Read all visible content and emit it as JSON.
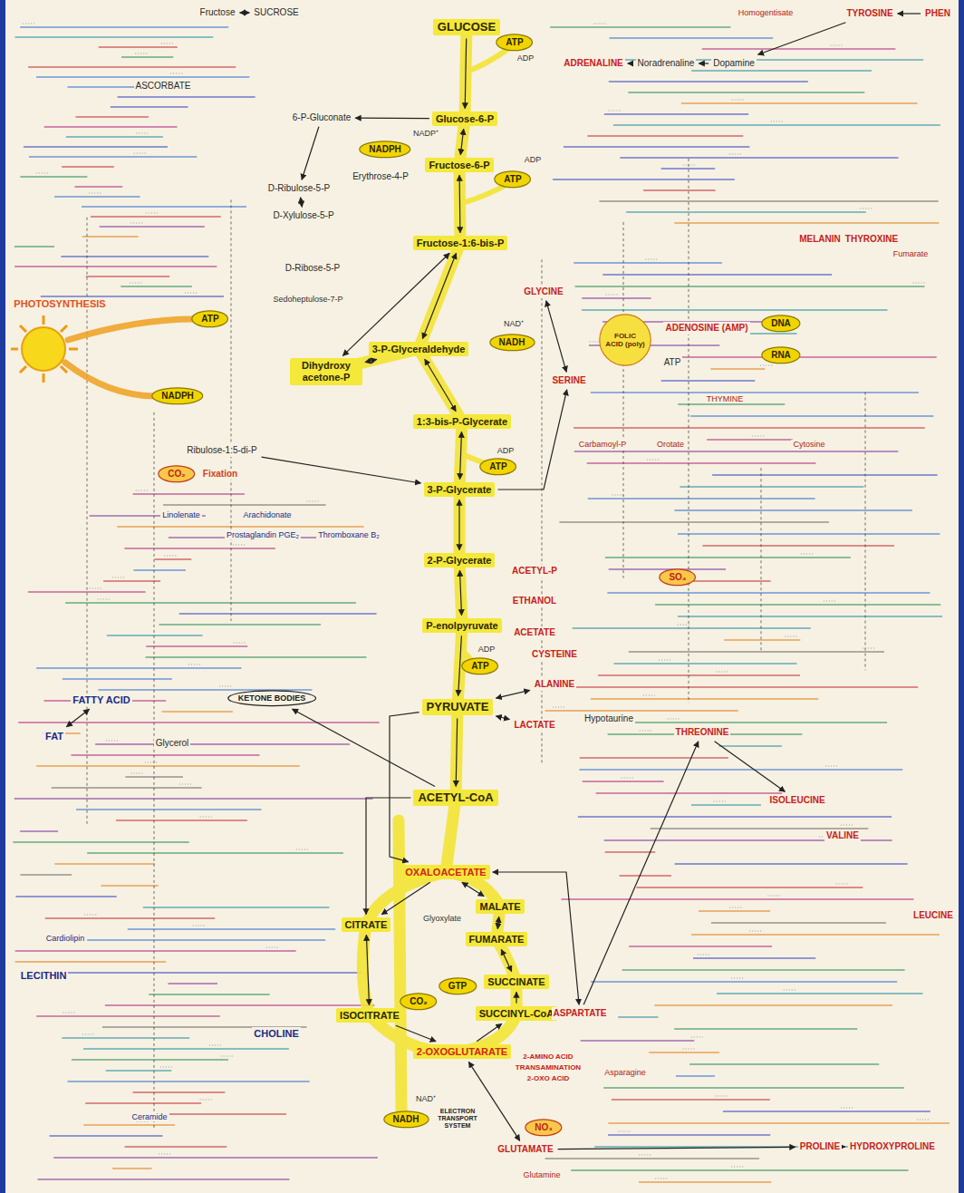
{
  "diagram": {
    "nodes": [
      {
        "text": [
          "GLUCOSE"
        ]
      },
      {
        "text": [
          "Glucose-6-P"
        ]
      },
      {
        "text": [
          "Fructose-6-P"
        ]
      },
      {
        "text": [
          "Fructose-1:6-bis-P"
        ]
      },
      {
        "text": [
          "3-P-Glyceraldehyde"
        ]
      },
      {
        "text": [
          "Dihydroxy acetone-P"
        ]
      },
      {
        "text": [
          "1:3-bis-P-Glycerate"
        ]
      },
      {
        "text": [
          "3-P-Glycerate"
        ]
      },
      {
        "text": [
          "2-P-Glycerate"
        ]
      },
      {
        "text": [
          "P-enolpyruvate"
        ]
      },
      {
        "text": [
          "PYRUVATE"
        ]
      },
      {
        "text": [
          "ACETYL-CoA"
        ]
      },
      {
        "text": [
          "OXALOACETATE"
        ]
      },
      {
        "text": [
          "MALATE"
        ]
      },
      {
        "text": [
          "FUMARATE"
        ]
      },
      {
        "text": [
          "CITRATE"
        ]
      },
      {
        "text": [
          "ISOCITRATE"
        ]
      },
      {
        "text": [
          "SUCCINATE"
        ]
      },
      {
        "text": [
          "SUCCINYL-CoA"
        ]
      },
      {
        "text": [
          "2-OXOGLUTARATE"
        ]
      },
      {
        "text": [
          "GLUTAMATE"
        ]
      },
      {
        "text": [
          "ASPARTATE"
        ]
      },
      {
        "text": [
          "ATP"
        ]
      },
      {
        "text": [
          "NADPH"
        ]
      },
      {
        "text": [
          "ATP"
        ]
      },
      {
        "text": [
          "NADH"
        ]
      },
      {
        "text": [
          "ATP"
        ]
      },
      {
        "text": [
          "ATP"
        ]
      },
      {
        "text": [
          "GTP"
        ]
      },
      {
        "text": [
          "CO₂"
        ]
      },
      {
        "text": [
          "NADH"
        ]
      },
      {
        "text": [
          "ATP"
        ]
      },
      {
        "text": [
          "NADPH"
        ]
      },
      {
        "text": [
          "CO₂"
        ]
      },
      {
        "text": [
          "6-P-Gluconate"
        ]
      },
      {
        "text": [
          "D-Ribulose-5-P"
        ]
      },
      {
        "text": [
          "D-Xylulose-5-P"
        ]
      },
      {
        "text": [
          "D-Ribose-5-P"
        ]
      },
      {
        "text": [
          "Erythrose-4-P"
        ]
      },
      {
        "text": [
          "Ribulose-1:5-di-P"
        ]
      },
      {
        "text": [
          "Fructose"
        ]
      },
      {
        "text": [
          "SUCROSE"
        ]
      },
      {
        "text": [
          "ASCORBATE"
        ]
      },
      {
        "text": [
          "FATTY ACID"
        ]
      },
      {
        "text": [
          "FAT"
        ]
      },
      {
        "text": [
          "KETONE BODIES"
        ]
      },
      {
        "text": [
          "Glycerol"
        ]
      },
      {
        "text": [
          "LECITHIN"
        ]
      },
      {
        "text": [
          "CHOLINE"
        ]
      },
      {
        "text": [
          "TYROSINE"
        ]
      },
      {
        "text": [
          "PHEN"
        ]
      },
      {
        "text": [
          "ADRENALINE"
        ]
      },
      {
        "text": [
          "Noradrenaline"
        ]
      },
      {
        "text": [
          "Dopamine"
        ]
      },
      {
        "text": [
          "MELANIN"
        ]
      },
      {
        "text": [
          "THYROXINE"
        ]
      },
      {
        "text": [
          "GLYCINE"
        ]
      },
      {
        "text": [
          "SERINE"
        ]
      },
      {
        "text": [
          "ADENOSINE (AMP)"
        ]
      },
      {
        "text": [
          "DNA"
        ]
      },
      {
        "text": [
          "RNA"
        ]
      },
      {
        "text": [
          "ATP"
        ]
      },
      {
        "text": [
          "FOLIC ACID (poly)"
        ]
      },
      {
        "text": [
          "ALANINE"
        ]
      },
      {
        "text": [
          "LACTATE"
        ]
      },
      {
        "text": [
          "ACETYL-P"
        ]
      },
      {
        "text": [
          "ETHANOL"
        ]
      },
      {
        "text": [
          "ACETATE"
        ]
      },
      {
        "text": [
          "CYSTEINE"
        ]
      },
      {
        "text": [
          "THREONINE"
        ]
      },
      {
        "text": [
          "ISOLEUCINE"
        ]
      },
      {
        "text": [
          "VALINE"
        ]
      },
      {
        "text": [
          "LEUCINE"
        ]
      },
      {
        "text": [
          "PROLINE"
        ]
      },
      {
        "text": [
          "HYDROXYPROLINE"
        ]
      },
      {
        "text": [
          "Hypotaurine"
        ]
      },
      {
        "text": [
          "SO₄"
        ]
      },
      {
        "text": [
          "NO₃"
        ]
      }
    ],
    "edges": [
      {
        "from": 0,
        "to": 1,
        "arrow": "to"
      },
      {
        "from": 1,
        "to": 2,
        "arrow": "both"
      },
      {
        "from": 2,
        "to": 3,
        "arrow": "both"
      },
      {
        "from": 3,
        "to": 4,
        "arrow": "both"
      },
      {
        "from": 5,
        "to": 4,
        "arrow": "both"
      },
      {
        "from": 4,
        "to": 6,
        "arrow": "both"
      },
      {
        "from": 6,
        "to": 7,
        "arrow": "both"
      },
      {
        "from": 7,
        "to": 8,
        "arrow": "both"
      },
      {
        "from": 8,
        "to": 9,
        "arrow": "both"
      },
      {
        "from": 9,
        "to": 10,
        "arrow": "to"
      },
      {
        "from": 10,
        "to": 11,
        "arrow": "to"
      },
      {
        "from": 11,
        "to": 15,
        "arrow": "to"
      },
      {
        "from": 12,
        "to": 15,
        "arrow": "to"
      },
      {
        "from": 15,
        "to": 16,
        "arrow": "both"
      },
      {
        "from": 16,
        "to": 19,
        "arrow": "to"
      },
      {
        "from": 19,
        "to": 18,
        "arrow": "to"
      },
      {
        "from": 18,
        "to": 17,
        "arrow": "to"
      },
      {
        "from": 17,
        "to": 14,
        "arrow": "both"
      },
      {
        "from": 14,
        "to": 13,
        "arrow": "both"
      },
      {
        "from": 13,
        "to": 12,
        "arrow": "both"
      },
      {
        "from": 10,
        "to": 12,
        "arrow": "to"
      },
      {
        "from": 19,
        "to": 20,
        "arrow": "both"
      },
      {
        "from": 12,
        "to": 21,
        "arrow": "both"
      },
      {
        "from": 10,
        "to": 63,
        "arrow": "both"
      },
      {
        "from": 10,
        "to": 64,
        "arrow": "both"
      },
      {
        "from": 7,
        "to": 57,
        "arrow": "to"
      },
      {
        "from": 57,
        "to": 56,
        "arrow": "both"
      },
      {
        "from": 50,
        "to": 49,
        "arrow": "to"
      },
      {
        "from": 49,
        "to": 53,
        "arrow": "to"
      },
      {
        "from": 53,
        "to": 52,
        "arrow": "to"
      },
      {
        "from": 52,
        "to": 51,
        "arrow": "to"
      },
      {
        "from": 1,
        "to": 34,
        "arrow": "to"
      },
      {
        "from": 34,
        "to": 35,
        "arrow": "to"
      },
      {
        "from": 35,
        "to": 36,
        "arrow": "both"
      },
      {
        "from": 44,
        "to": 43,
        "arrow": "both"
      },
      {
        "from": 11,
        "to": 45,
        "arrow": "to"
      },
      {
        "from": 39,
        "to": 7,
        "arrow": "to"
      },
      {
        "from": 20,
        "to": 73,
        "arrow": "to"
      },
      {
        "from": 73,
        "to": 74,
        "arrow": "to"
      },
      {
        "from": 21,
        "to": 69,
        "arrow": "to"
      },
      {
        "from": 69,
        "to": 70,
        "arrow": "to"
      },
      {
        "from": 40,
        "to": 41,
        "arrow": "both"
      },
      {
        "from": 3,
        "to": 5,
        "arrow": "both"
      }
    ],
    "labels": [
      "PHOTOSYNTHESIS",
      "Fixation",
      "NAD⁺",
      "ELECTRON TRANSPORT SYSTEM",
      "2-AMINO ACID",
      "TRANSAMINATION",
      "2-OXO ACID",
      "ADP",
      "ADP",
      "NADP⁺",
      "NAD⁺",
      "ADP",
      "ADP",
      "Glyoxylate",
      "Sedoheptulose-7-P",
      "Linolenate",
      "Arachidonate",
      "Prostaglandin PGE₂",
      "Thromboxane B₂",
      "Cardiolipin",
      "Ceramide",
      "Carbamoyl-P",
      "Orotate",
      "THYMINE",
      "Cytosine",
      "Asparagine",
      "Glutamine",
      "Homogentisate",
      "Fumarate"
    ]
  }
}
